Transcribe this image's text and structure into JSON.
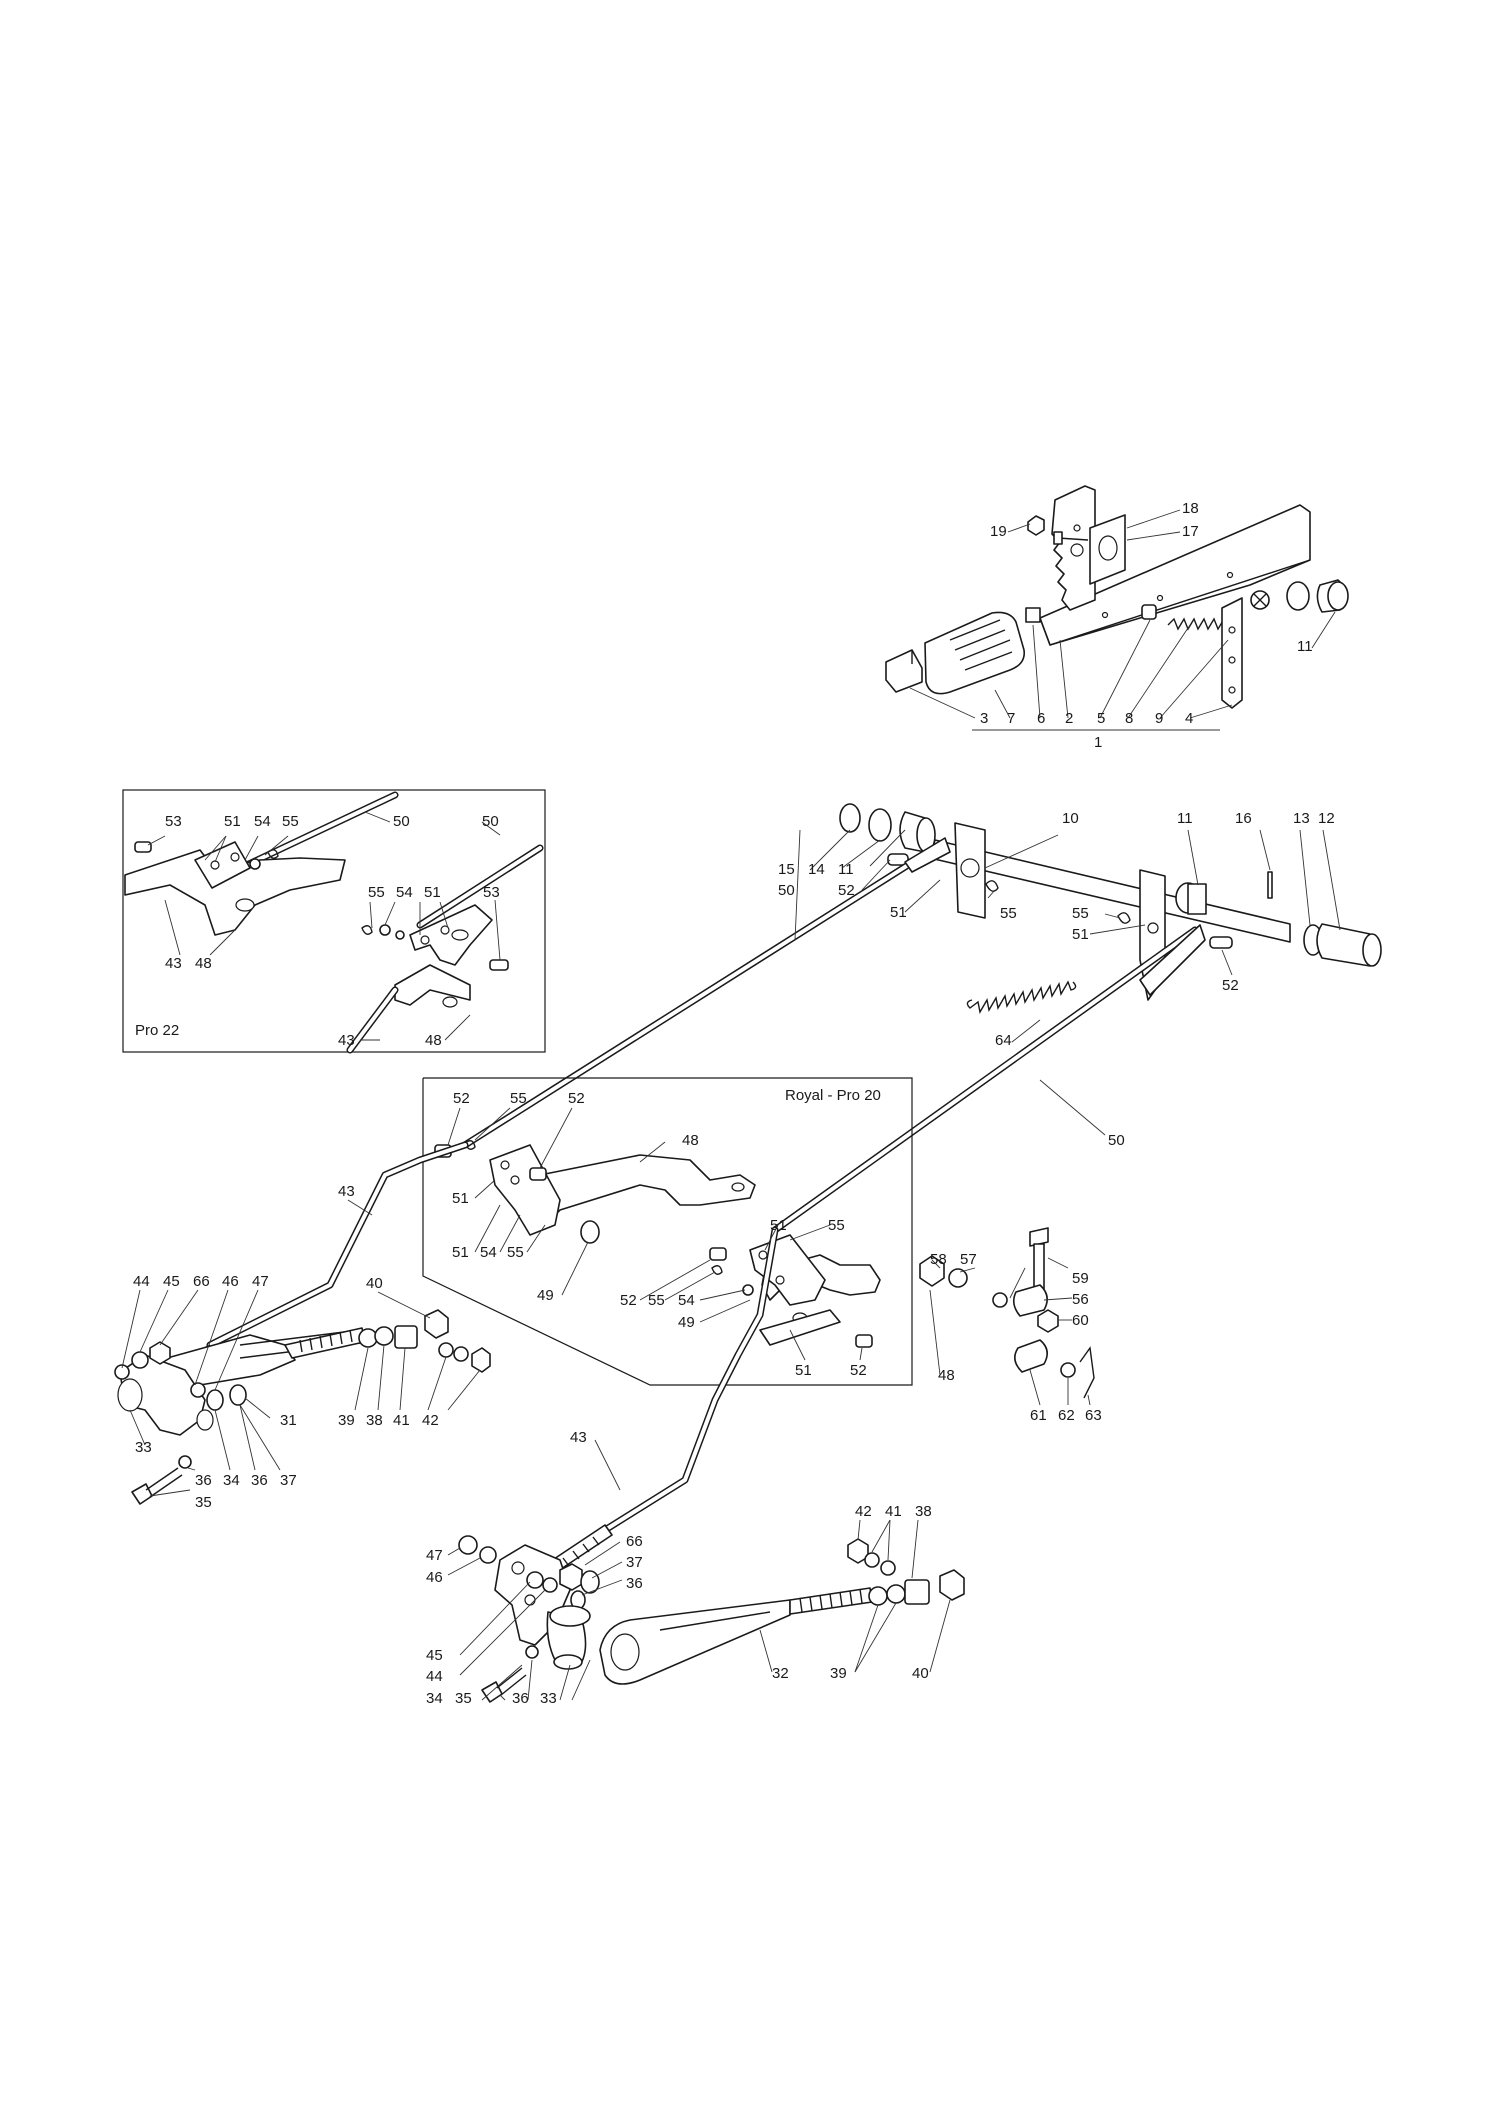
{
  "inset_labels": {
    "pro22": "Pro 22",
    "royal_pro20": "Royal - Pro 20"
  },
  "callouts": {
    "c19": "19",
    "c18": "18",
    "c17": "17",
    "c11a": "11",
    "c3": "3",
    "c7": "7",
    "c6": "6",
    "c2": "2",
    "c5": "5",
    "c8": "8",
    "c9": "9",
    "c4": "4",
    "c1": "1",
    "c15": "15",
    "c14": "14",
    "c11b": "11",
    "c50a": "50",
    "c52a": "52",
    "c51a": "51",
    "c10": "10",
    "c11c": "11",
    "c16": "16",
    "c13": "13",
    "c12": "12",
    "c55a": "55",
    "c55b": "55",
    "c51b": "51",
    "c52b": "52",
    "c64": "64",
    "c50b": "50",
    "p53a": "53",
    "p51a": "51",
    "p54a": "54",
    "p55a": "55",
    "p50a": "50",
    "p50b": "50",
    "p55b": "55",
    "p54b": "54",
    "p51b": "51",
    "p53b": "53",
    "p43a": "43",
    "p48a": "48",
    "p43b": "43",
    "p48b": "48",
    "r52a": "52",
    "r55a": "55",
    "r52b": "52",
    "r48a": "48",
    "r51a": "51",
    "r51b": "51",
    "r54a": "54",
    "r55b": "55",
    "r49a": "49",
    "r51c": "51",
    "r55c": "55",
    "r52c": "52",
    "r55d": "55",
    "r54b": "54",
    "r49b": "49",
    "r51d": "51",
    "r52d": "52",
    "r48b": "48",
    "l43a": "43",
    "l44a": "44",
    "l45a": "45",
    "l66a": "66",
    "l46a": "46",
    "l47a": "47",
    "l40a": "40",
    "l33a": "33",
    "l31": "31",
    "l39a": "39",
    "l38a": "38",
    "l41a": "41",
    "l42a": "42",
    "l36a": "36",
    "l34a": "34",
    "l36b": "36",
    "l37a": "37",
    "l35a": "35",
    "k58": "58",
    "k57": "57",
    "k59": "59",
    "k56": "56",
    "k60": "60",
    "k61": "61",
    "k62": "62",
    "k63": "63",
    "b43": "43",
    "b66": "66",
    "b37": "37",
    "b36a": "36",
    "b47": "47",
    "b46": "46",
    "b42": "42",
    "b41": "41",
    "b38": "38",
    "b45": "45",
    "b44": "44",
    "b34": "34",
    "b35": "35",
    "b36b": "36",
    "b33": "33",
    "b32": "32",
    "b39": "39",
    "b40": "40"
  }
}
